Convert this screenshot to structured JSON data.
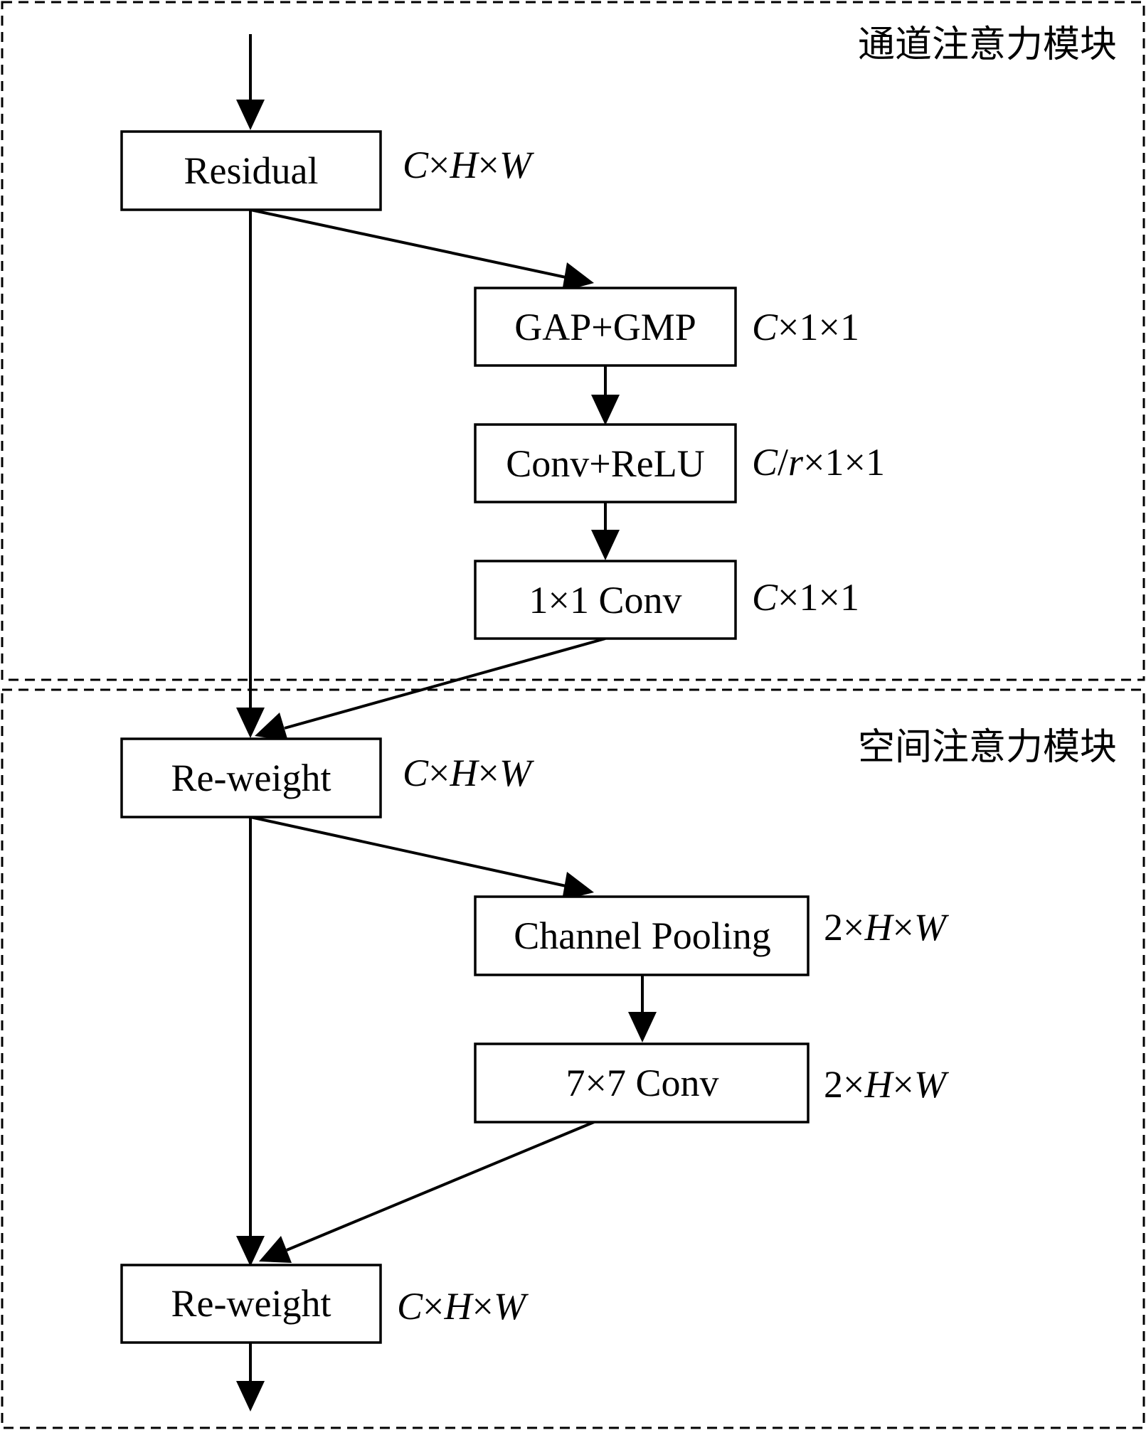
{
  "sections": {
    "channel_title": "通道注意力模块",
    "spatial_title": "空间注意力模块"
  },
  "boxes": {
    "residual": "Residual",
    "gap_gmp": "GAP+GMP",
    "conv_relu": "Conv+ReLU",
    "conv_1x1": "1×1 Conv",
    "reweight_1": "Re-weight",
    "channel_pooling": "Channel Pooling",
    "conv_7x7": "7×7 Conv",
    "reweight_2": "Re-weight"
  },
  "dims": {
    "residual": [
      {
        "t": "C",
        "i": true
      },
      {
        "t": "×",
        "i": false
      },
      {
        "t": "H",
        "i": true
      },
      {
        "t": "×",
        "i": false
      },
      {
        "t": "W",
        "i": true
      }
    ],
    "gap_gmp": [
      {
        "t": "C",
        "i": true
      },
      {
        "t": "×1×1",
        "i": false
      }
    ],
    "conv_relu": [
      {
        "t": "C",
        "i": true
      },
      {
        "t": "/",
        "i": false
      },
      {
        "t": "r",
        "i": true
      },
      {
        "t": "×1×1",
        "i": false
      }
    ],
    "conv_1x1": [
      {
        "t": "C",
        "i": true
      },
      {
        "t": "×1×1",
        "i": false
      }
    ],
    "reweight_1": [
      {
        "t": "C",
        "i": true
      },
      {
        "t": "×",
        "i": false
      },
      {
        "t": "H",
        "i": true
      },
      {
        "t": "×",
        "i": false
      },
      {
        "t": "W",
        "i": true
      }
    ],
    "channel_pooling": [
      {
        "t": "2×",
        "i": false
      },
      {
        "t": "H",
        "i": true
      },
      {
        "t": "×",
        "i": false
      },
      {
        "t": "W",
        "i": true
      }
    ],
    "conv_7x7": [
      {
        "t": "2×",
        "i": false
      },
      {
        "t": "H",
        "i": true
      },
      {
        "t": "×",
        "i": false
      },
      {
        "t": "W",
        "i": true
      }
    ],
    "reweight_2": [
      {
        "t": "C",
        "i": true
      },
      {
        "t": "×",
        "i": false
      },
      {
        "t": "H",
        "i": true
      },
      {
        "t": "×",
        "i": false
      },
      {
        "t": "W",
        "i": true
      }
    ]
  }
}
